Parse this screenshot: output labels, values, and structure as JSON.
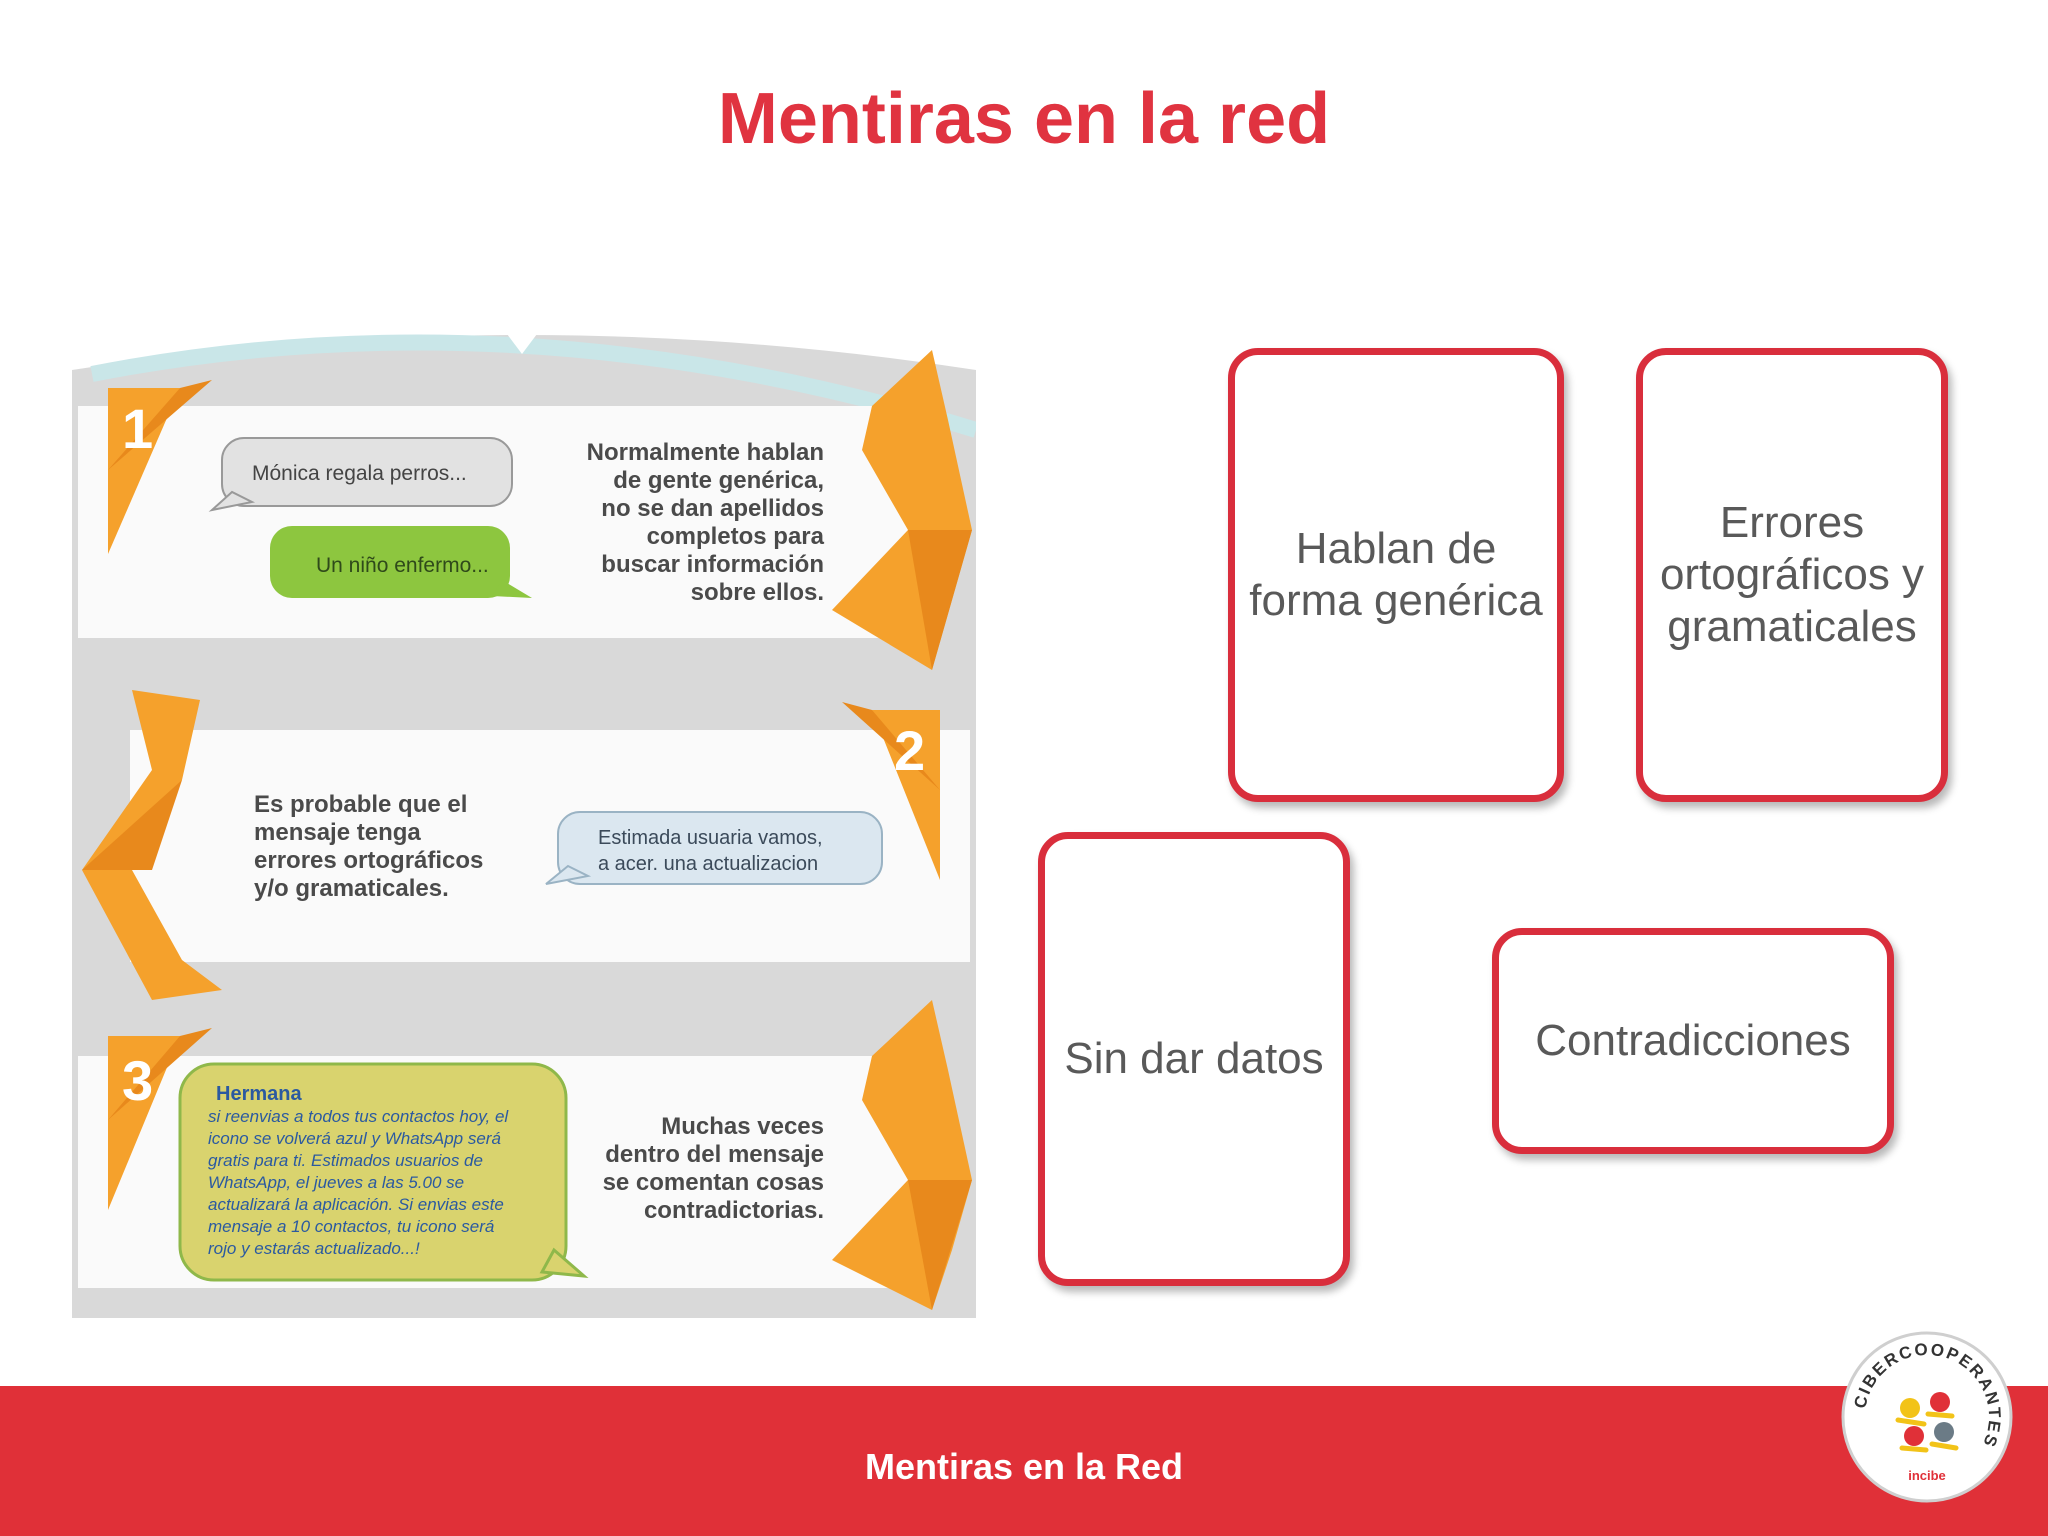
{
  "slide": {
    "title": "Mentiras en la red",
    "footer": "Mentiras en la Red"
  },
  "infographic": {
    "steps": [
      {
        "number": "1",
        "bubbles": [
          "Mónica regala perros...",
          "Un niño enfermo..."
        ],
        "text": [
          "Normalmente hablan",
          "de gente genérica,",
          "no se dan apellidos",
          "completos para",
          "buscar información",
          "sobre ellos."
        ]
      },
      {
        "number": "2",
        "text": [
          "Es probable que el",
          "mensaje tenga",
          "errores ortográficos",
          "y/o gramaticales."
        ],
        "bubble": [
          "Estimada usuaria vamos,",
          "a acer. una actualizacion"
        ]
      },
      {
        "number": "3",
        "bubble_title": "Hermana",
        "bubble": [
          "si reenvias a todos tus contactos hoy, el",
          "icono se volverá azul y WhatsApp será",
          "gratis para ti. Estimados usuarios de",
          "WhatsApp, el jueves a las 5.00 se",
          "actualizará la aplicación. Si envias este",
          "mensaje a 10 contactos, tu icono será",
          "rojo y estarás actualizado...!"
        ],
        "text": [
          "Muchas veces",
          "dentro del mensaje",
          "se comentan cosas",
          "contradictorias."
        ]
      }
    ]
  },
  "cards": [
    {
      "label": "Hablan de forma genérica"
    },
    {
      "label": "Errores ortográficos y gramaticales"
    },
    {
      "label": "Sin dar datos"
    },
    {
      "label": "Contradicciones"
    }
  ],
  "logo": {
    "ring_text": "CIBERCOOPERANTES",
    "brand": "incibe"
  },
  "colors": {
    "accent_red": "#e03340",
    "card_border": "#d92e3c",
    "orange": "#f5a12c",
    "green_bubble": "#8dc63f",
    "blue_bubble": "#dbe7f0",
    "yellow_bubble": "#d9d36e"
  }
}
